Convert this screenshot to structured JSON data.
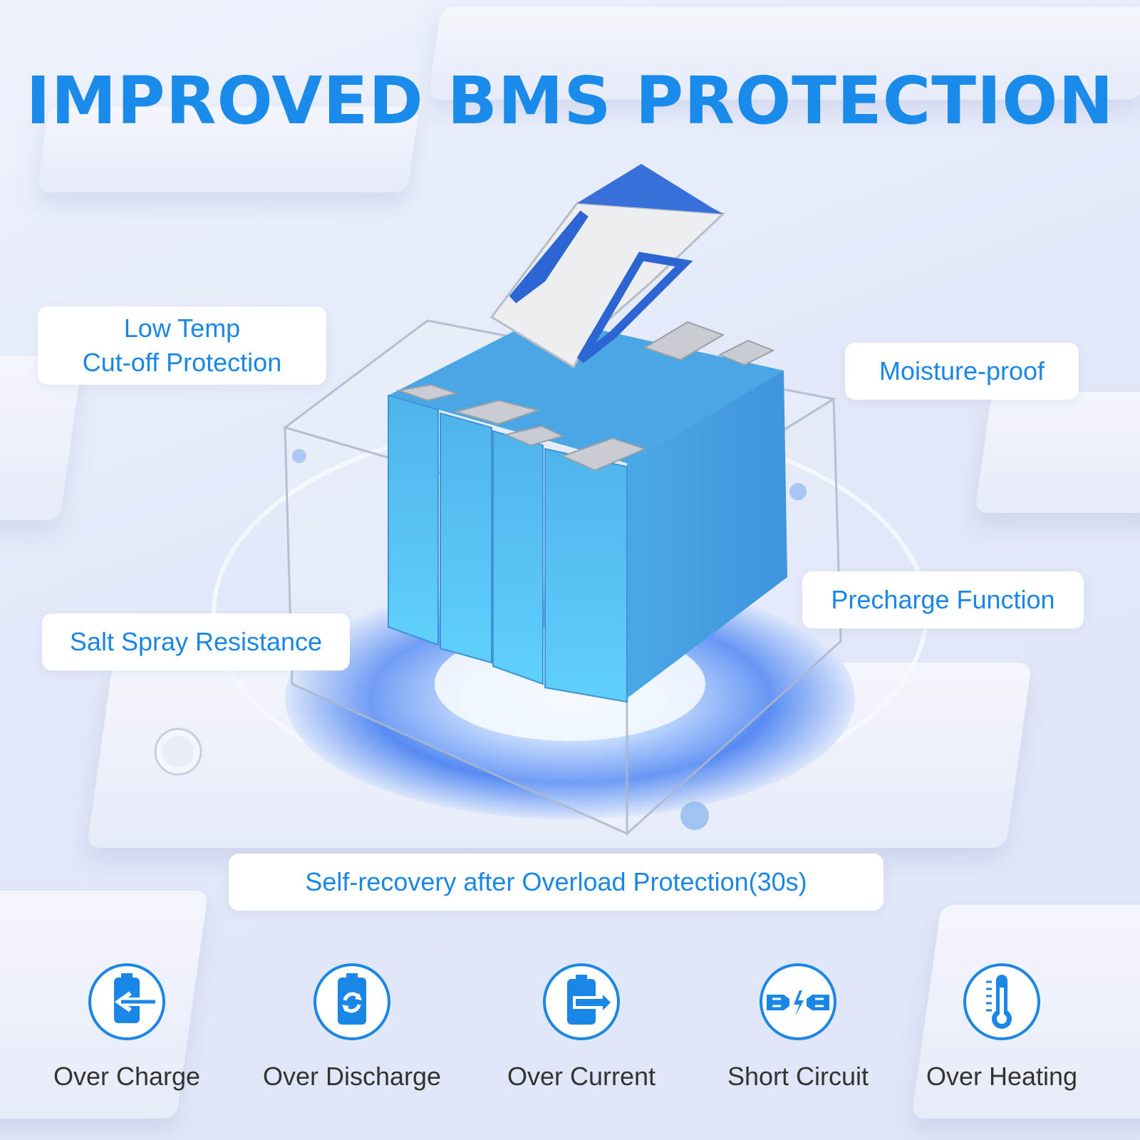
{
  "title": "IMPROVED BMS PROTECTION",
  "labels": {
    "low_temp_line1": "Low Temp",
    "low_temp_line2": "Cut-off Protection",
    "moisture": "Moisture-proof",
    "precharge": "Precharge Function",
    "salt_spray": "Salt Spray Resistance",
    "self_recovery": "Self-recovery after Overload Protection(30s)"
  },
  "features": [
    {
      "label": "Over Charge",
      "icon": "battery-charge-icon"
    },
    {
      "label": "Over Discharge",
      "icon": "battery-cycle-icon"
    },
    {
      "label": "Over Current",
      "icon": "battery-current-icon"
    },
    {
      "label": "Short Circuit",
      "icon": "short-circuit-icon"
    },
    {
      "label": "Over Heating",
      "icon": "thermometer-icon"
    }
  ],
  "colors": {
    "accent": "#1a86e6",
    "cell": "#5cc6f2",
    "background": "#e4eaf8"
  }
}
